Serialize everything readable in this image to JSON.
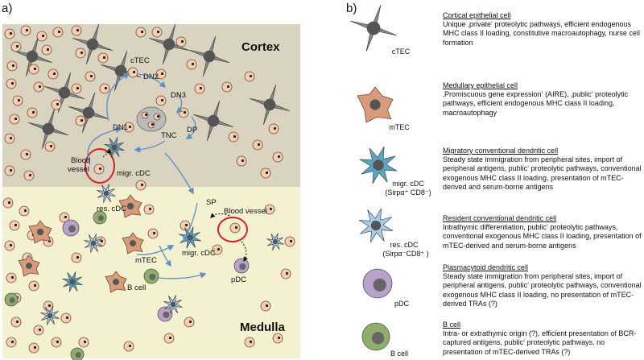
{
  "panels": {
    "a": "a)",
    "b": "b)"
  },
  "diagram": {
    "regions": {
      "cortex": "Cortex",
      "medulla": "Medulla"
    },
    "labels": {
      "ctec": "cTEC",
      "dn2": "DN2",
      "dn3": "DN3",
      "dn1": "DN1",
      "dp": "DP",
      "tnc": "TNC",
      "blood_vessel_cortex_1": "Blood",
      "blood_vessel_cortex_2": "vessel",
      "migr_cdc_cortex": "migr. cDC",
      "sp": "SP",
      "res_cdc": "res. cDC",
      "blood_vessel_medulla": "Blood vessel",
      "mtec": "mTEC",
      "migr_cdc_medulla": "migr. cDC",
      "b_cell": "B cell",
      "pdc": "pDC"
    }
  },
  "legend": [
    {
      "caption": "cTEC",
      "title": "Cortical epithelial cell",
      "text": "Unique ‚private‘ proteolytic pathways, efficient endogenous MHC class II loading, constitutive macroautophagy, nurse cell formation"
    },
    {
      "caption": "mTEC",
      "title": "Medullary epithelial cell",
      "text": "‚Promiscuous  gene expression‘ (AIRE),  ‚public‘ proteolytic pathways, efficient  endogenous MHC class II loading, macroautophagy"
    },
    {
      "caption": "migr. cDC",
      "caption2": "(Sirpα⁺ CD8⁻)",
      "title": "Migratory conventional dendritic cell",
      "text": "Steady state immigration from peripheral sites, import of peripheral antigens, public‘ proteolytic pathways, conventional exogenous  MHC class II loading, presentation of mTEC-derived and serum-borne antigens"
    },
    {
      "caption": "res. cDC",
      "caption2": "(Sirpα⁻CD8⁺ )",
      "title": "Resident conventional dendritic cell",
      "text": "Intrathymic differentiation, public‘ proteolytic pathways, conventional exogenous  MHC class II loading, presentation of mTEC-derived  and serum-borne antigens"
    },
    {
      "caption": "pDC",
      "title": "Plasmacytoid dendritic cell",
      "text": "Steady state immigration from peripheral sites, import of peripheral antigens, public‘ proteolytic pathways, conventional exogenous  MHC class II loading, no presentation of mTEC-derived TRAs (?)"
    },
    {
      "caption": "B cell",
      "title": "B cell",
      "text": "Intra- or extrathymic origin (?), efficient presentation of BCR-captured antigens, public‘ proteolytic pathways, no presentation of mTEC-derived TRAs (?)"
    }
  ],
  "colors": {
    "cortex_bg": "#d9d3bf",
    "medulla_bg": "#f3f1cf",
    "thymocyte": "#f6cfb2",
    "ctec": "#8b8b8b",
    "mtec": "#d99c7a",
    "cdc": "#5aa6c4",
    "res_cdc": "#a8cdea",
    "pdc": "#b8a2cc",
    "bcell": "#8fae6c",
    "arrow": "#5b8fc7",
    "vessel": "#d42020"
  }
}
